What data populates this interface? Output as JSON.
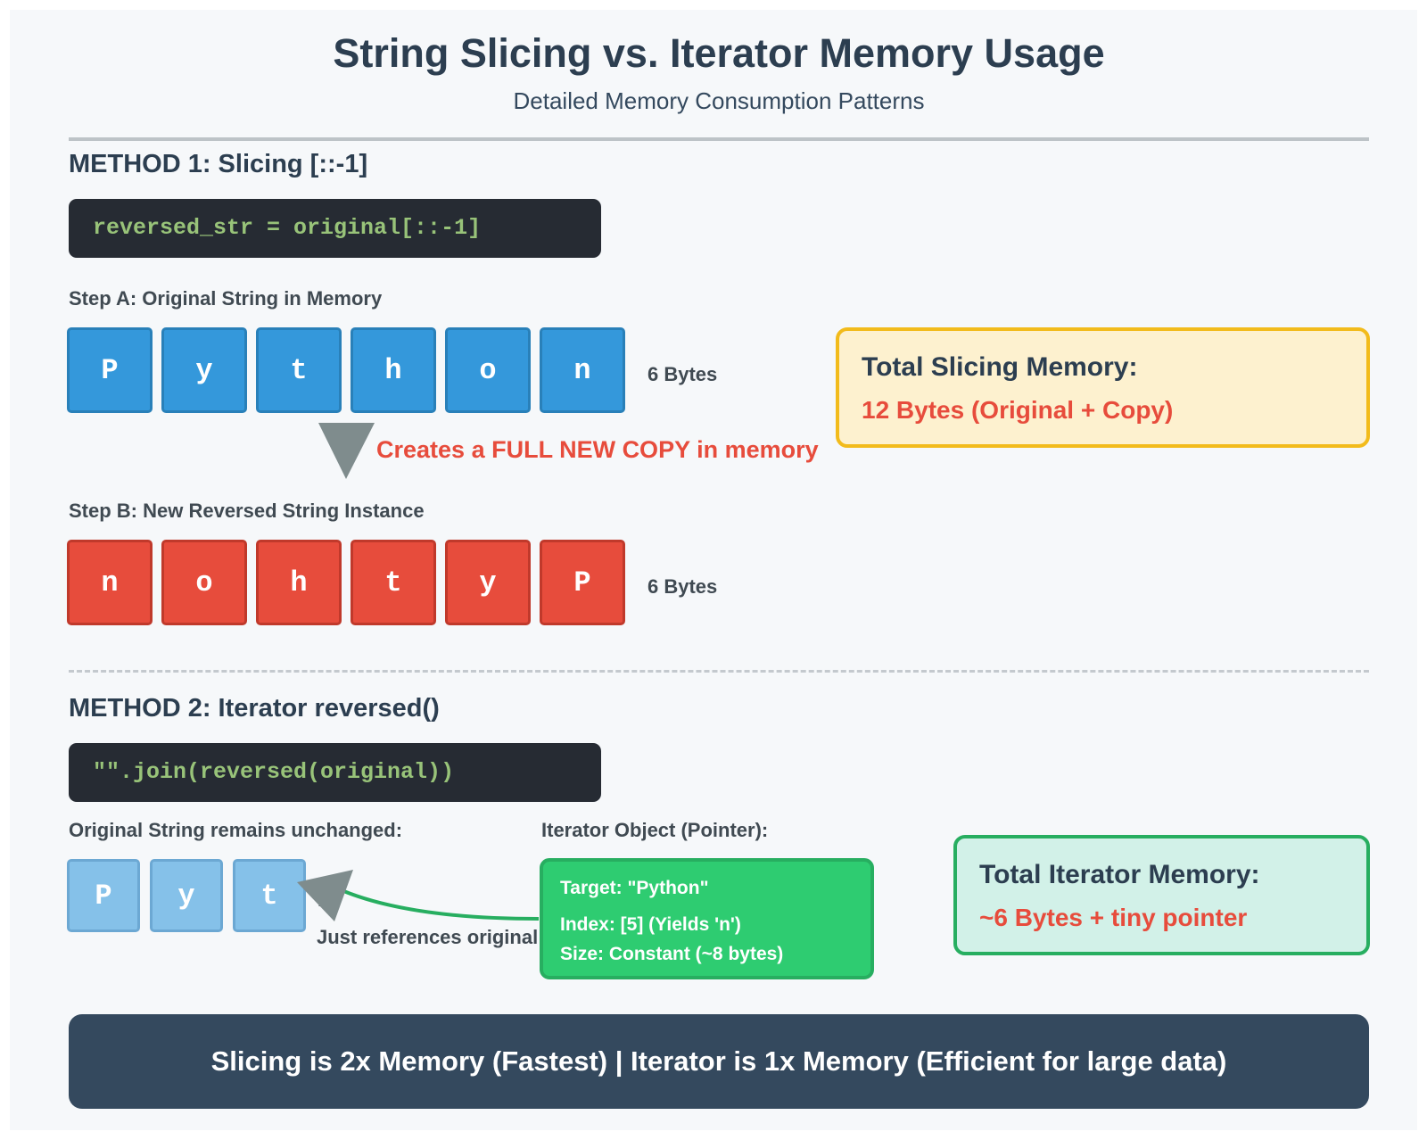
{
  "header": {
    "title": "String Slicing vs. Iterator Memory Usage",
    "subtitle": "Detailed Memory Consumption Patterns"
  },
  "method1": {
    "heading": "METHOD 1: Slicing [::-1]",
    "code": "reversed_str = original[::-1]",
    "step_a_label": "Step A: Original String in Memory",
    "step_a_chars": [
      "P",
      "y",
      "t",
      "h",
      "o",
      "n"
    ],
    "step_a_bytes": "6 Bytes",
    "copy_warning": "Creates a FULL NEW COPY in memory",
    "step_b_label": "Step B: New Reversed String Instance",
    "step_b_chars": [
      "n",
      "o",
      "h",
      "t",
      "y",
      "P"
    ],
    "step_b_bytes": "6 Bytes",
    "total_title": "Total Slicing Memory:",
    "total_value": "12 Bytes (Original + Copy)"
  },
  "method2": {
    "heading": "METHOD 2: Iterator reversed()",
    "code": "\"\".join(reversed(original))",
    "original_label": "Original String remains unchanged:",
    "original_chars": [
      "P",
      "y",
      "t"
    ],
    "ellipsis": ".",
    "reference_note": "Just references original!",
    "iterator_label": "Iterator Object (Pointer):",
    "iterator_lines": {
      "target": "Target: \"Python\"",
      "index": "Index: [5] (Yields 'n')",
      "size": "Size: Constant (~8 bytes)"
    },
    "total_title": "Total Iterator Memory:",
    "total_value": "~6 Bytes + tiny pointer"
  },
  "footer": {
    "text": "Slicing is 2x Memory (Fastest) | Iterator is 1x Memory (Efficient for large data)"
  },
  "colors": {
    "original_cell": "#3498db",
    "copy_cell": "#e74c3c",
    "referenced_cell": "#85c1e9",
    "iterator_box": "#2ecc71",
    "warning_text": "#e74c3c",
    "code_text": "#98c379",
    "footer_bg": "#34495e"
  }
}
